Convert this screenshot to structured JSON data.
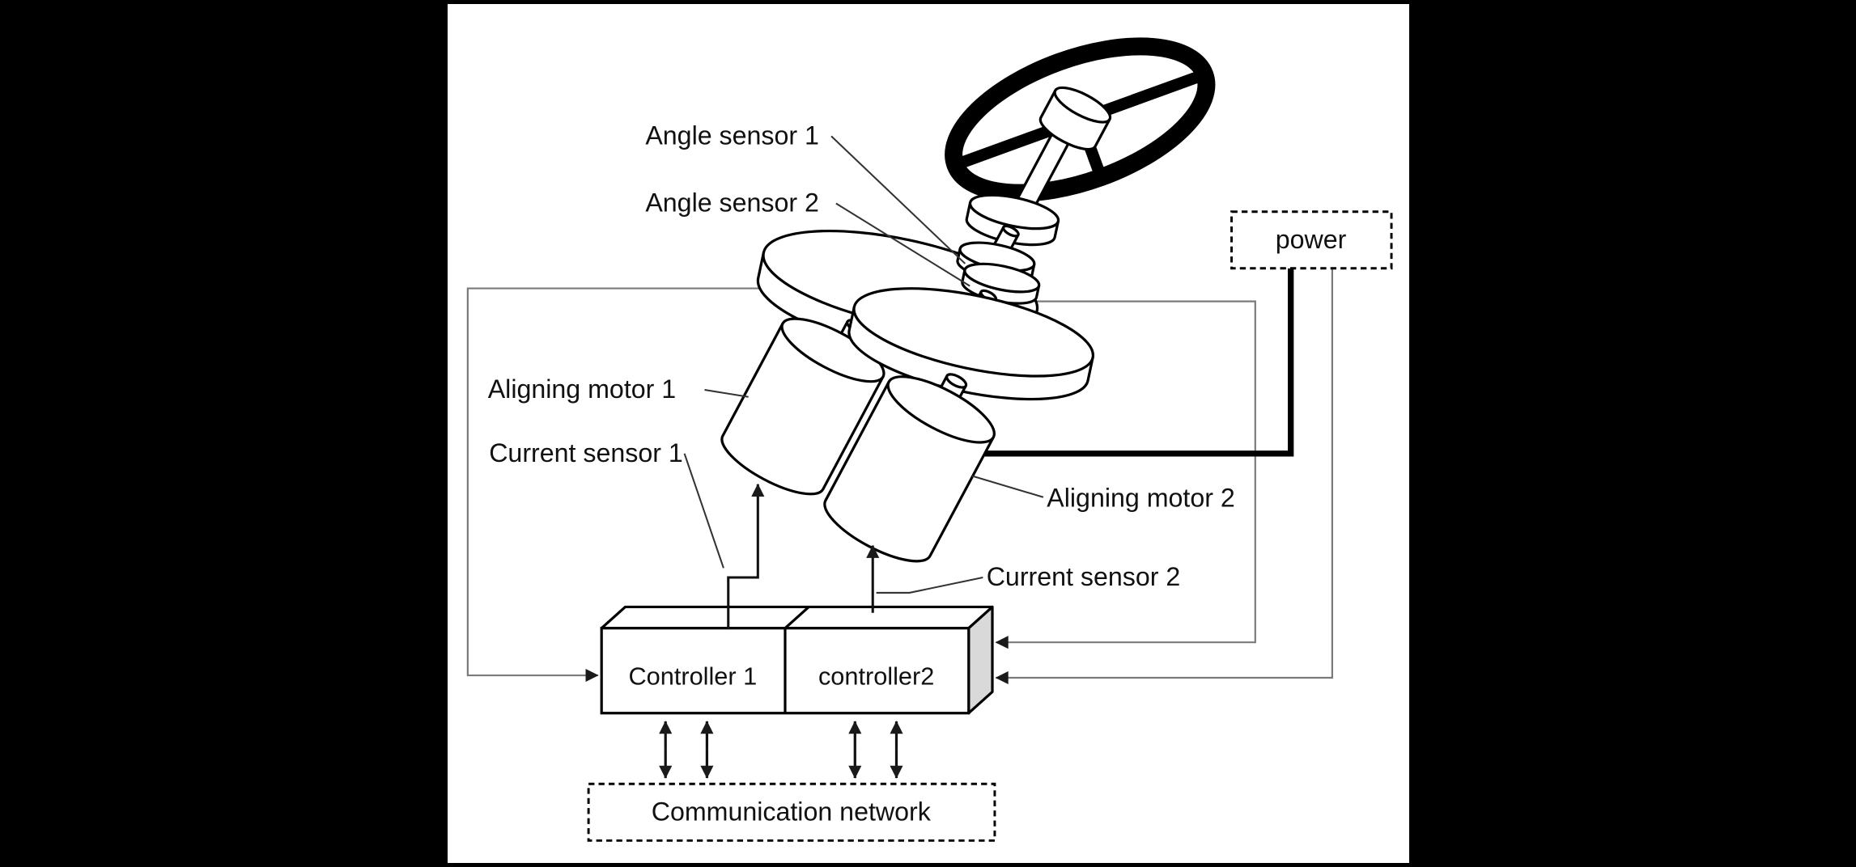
{
  "scene": {
    "background": "#000000",
    "panel_background": "#ffffff",
    "line_color": "#000000",
    "thin_wire_color": "#7a7a7a",
    "side_face_color": "#d9d9d9"
  },
  "labels": {
    "angle_sensor_1": "Angle sensor 1",
    "angle_sensor_2": "Angle sensor 2",
    "power": "power",
    "aligning_motor_1": "Aligning motor 1",
    "current_sensor_1": "Current sensor 1",
    "aligning_motor_2": "Aligning motor 2",
    "current_sensor_2": "Current sensor 2",
    "controller_1": "Controller 1",
    "controller_2": "controller2",
    "communication_network": "Communication network"
  }
}
